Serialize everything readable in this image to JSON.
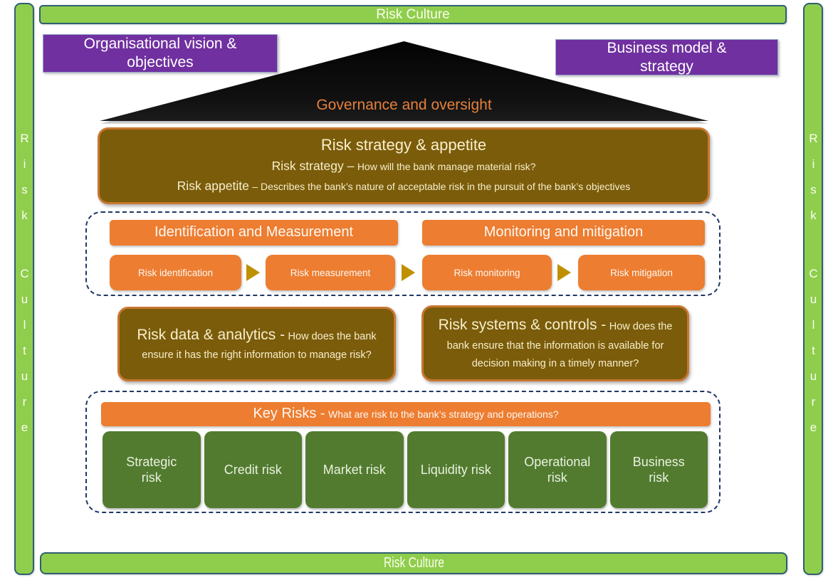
{
  "frame": {
    "top_label": "Risk Culture",
    "bottom_label": "Risk Culture",
    "left_words": [
      "Risk",
      "Culture"
    ],
    "right_words": [
      "Risk",
      "Culture"
    ]
  },
  "top_boxes": {
    "left_line1": "Organisational vision &",
    "left_line2": "objectives",
    "right_line1": "Business model &",
    "right_line2": "strategy"
  },
  "triangle": {
    "label": "Governance and oversight"
  },
  "appetite": {
    "title": "Risk strategy & appetite",
    "line1_strong": "Risk strategy –",
    "line1_rest": "How will the bank manage material risk?",
    "line2_strong": "Risk appetite",
    "line2_rest": "– Describes the bank’s nature of acceptable risk in the pursuit of the bank’s objectives"
  },
  "flow": {
    "group1_header": "Identification and Measurement",
    "group2_header": "Monitoring and mitigation",
    "steps": [
      "Risk identification",
      "Risk measurement",
      "Risk monitoring",
      "Risk mitigation"
    ]
  },
  "mid_boxes": {
    "data_strong": "Risk data & analytics -",
    "data_rest": "How does the bank ensure it has the right information to manage risk?",
    "systems_strong": "Risk systems & controls -",
    "systems_rest": "How does the bank ensure that the information is available for decision making in a timely manner?"
  },
  "key_risks": {
    "header_strong": "Key Risks -",
    "header_rest": "What are risk to the bank’s strategy and operations?",
    "items": [
      "Strategic risk",
      "Credit risk",
      "Market risk",
      "Liquidity risk",
      "Operational risk",
      "Business risk"
    ]
  },
  "colors": {
    "frame_green": "#8FCE4D",
    "frame_border": "#2E5F70",
    "purple": "#7030A0",
    "orange": "#ED7D31",
    "olive_fill": "#7A5C0B",
    "olive_border": "#C87730",
    "dark_green": "#527B30",
    "dashed_navy": "#1F3864",
    "arrow_gold": "#BF9000",
    "triangle_black": "#0B0B0B",
    "governance_text": "#E5803C",
    "cream_text": "#F8EECB"
  }
}
